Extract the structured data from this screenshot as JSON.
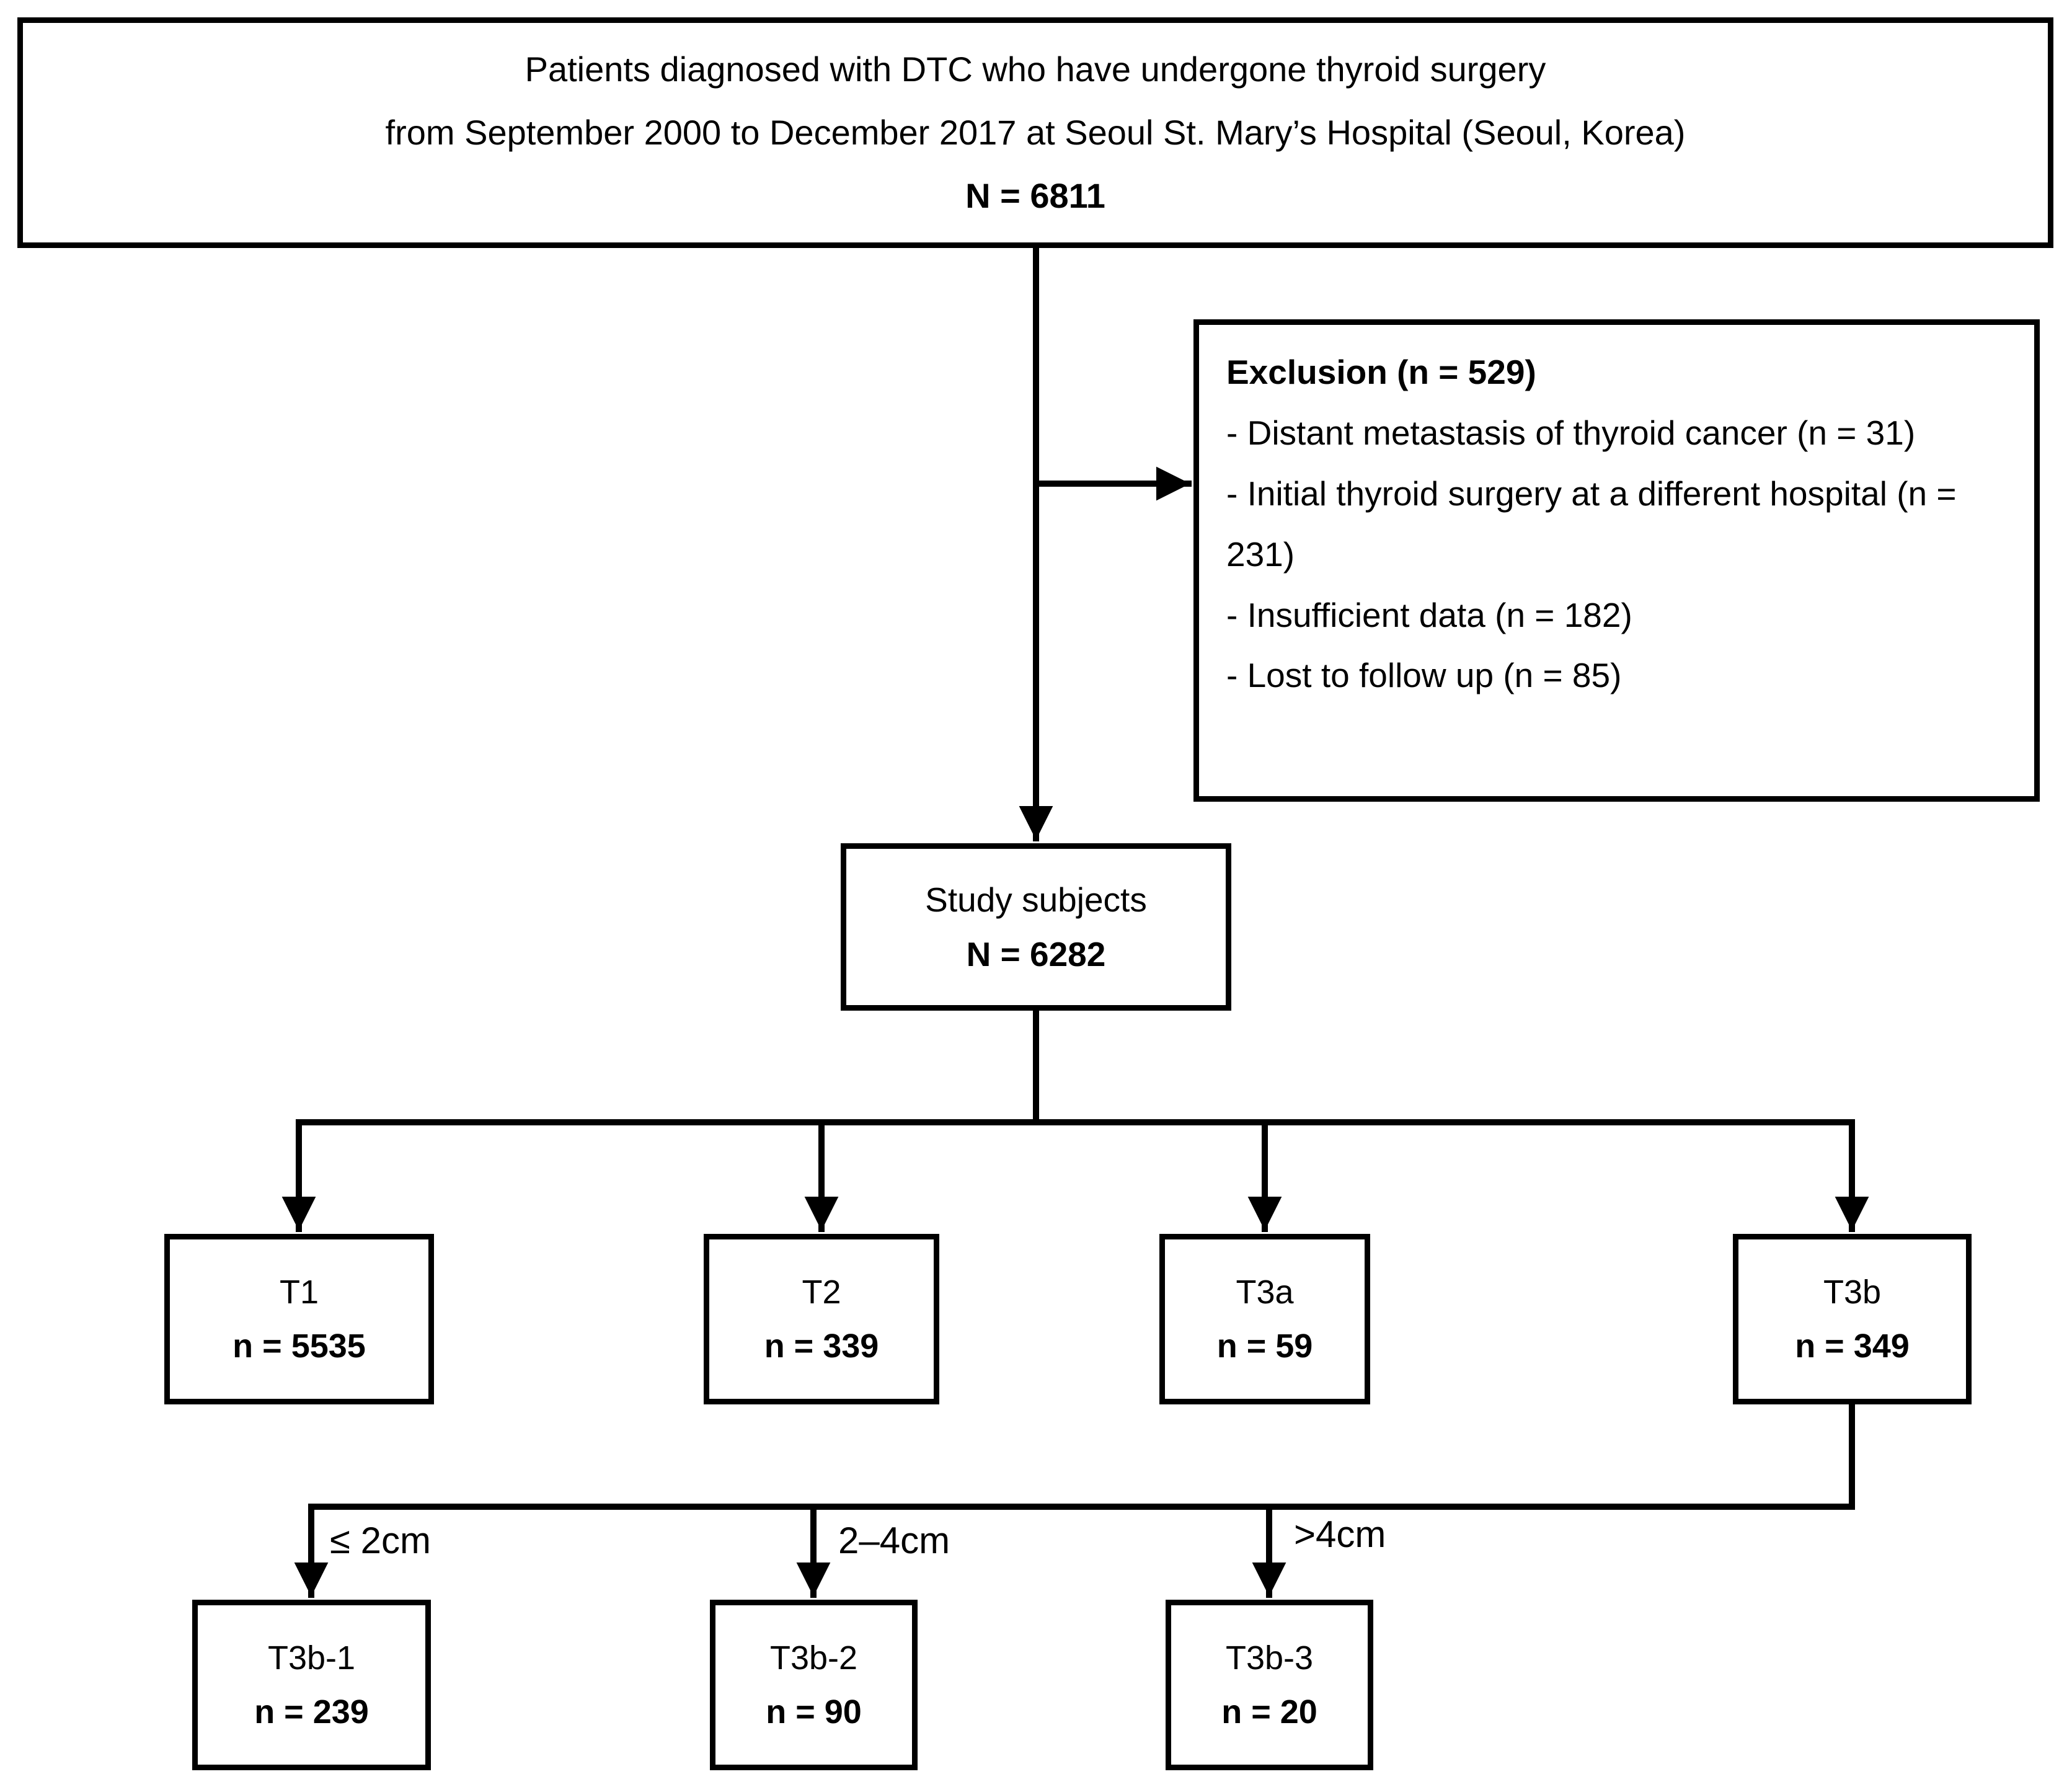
{
  "top_box": {
    "line1": "Patients diagnosed with DTC who have undergone thyroid surgery",
    "line2": "from September 2000 to December 2017 at Seoul St. Mary’s Hospital (Seoul, Korea)",
    "n": "N = 6811"
  },
  "exclusion_box": {
    "title": "Exclusion (n = 529)",
    "items": [
      "- Distant metastasis of thyroid cancer (n = 31)",
      "- Initial thyroid surgery at a different hospital (n = 231)",
      "- Insufficient data (n = 182)",
      "- Lost to follow up (n = 85)"
    ]
  },
  "study_box": {
    "label": "Study subjects",
    "n": "N = 6282"
  },
  "t_boxes": [
    {
      "label": "T1",
      "n": "n = 5535"
    },
    {
      "label": "T2",
      "n": "n = 339"
    },
    {
      "label": "T3a",
      "n": "n = 59"
    },
    {
      "label": "T3b",
      "n": "n = 349"
    }
  ],
  "t3b_sub_boxes": [
    {
      "size_label": "≤ 2cm",
      "label": "T3b-1",
      "n": "n = 239"
    },
    {
      "size_label": "2–4cm",
      "label": "T3b-2",
      "n": "n = 90"
    },
    {
      "size_label": ">4cm",
      "label": "T3b-3",
      "n": "n = 20"
    }
  ],
  "colors": {
    "line": "#000000",
    "background": "#ffffff"
  }
}
